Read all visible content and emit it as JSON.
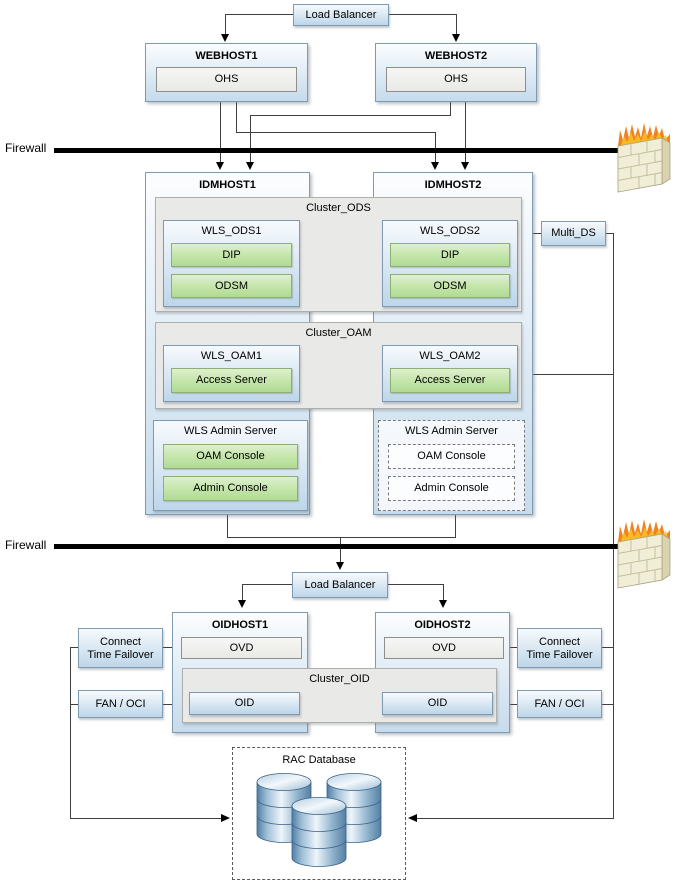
{
  "top_load_balancer": {
    "label": "Load Balancer"
  },
  "webhosts": {
    "host1": {
      "title": "WEBHOST1",
      "component": "OHS"
    },
    "host2": {
      "title": "WEBHOST2",
      "component": "OHS"
    }
  },
  "firewalls": {
    "upper_label": "Firewall",
    "lower_label": "Firewall"
  },
  "idm": {
    "host1": {
      "title": "IDMHOST1"
    },
    "host2": {
      "title": "IDMHOST2"
    },
    "cluster_ods": {
      "title": "Cluster_ODS",
      "server1": {
        "title": "WLS_ODS1",
        "items": [
          "DIP",
          "ODSM"
        ]
      },
      "server2": {
        "title": "WLS_ODS2",
        "items": [
          "DIP",
          "ODSM"
        ]
      }
    },
    "multi_ds": {
      "label": "Multi_DS"
    },
    "cluster_oam": {
      "title": "Cluster_OAM",
      "server1": {
        "title": "WLS_OAM1",
        "items": [
          "Access Server"
        ]
      },
      "server2": {
        "title": "WLS_OAM2",
        "items": [
          "Access Server"
        ]
      }
    },
    "admin1": {
      "title": "WLS Admin Server",
      "items": [
        "OAM Console",
        "Admin Console"
      ]
    },
    "admin2": {
      "title": "WLS Admin Server",
      "items": [
        "OAM Console",
        "Admin Console"
      ]
    }
  },
  "mid_load_balancer": {
    "label": "Load Balancer"
  },
  "oid": {
    "host1": {
      "title": "OIDHOST1",
      "component": "OVD"
    },
    "host2": {
      "title": "OIDHOST2",
      "component": "OVD"
    },
    "cluster_oid": {
      "title": "Cluster_OID",
      "items": [
        "OID",
        "OID"
      ]
    },
    "left": {
      "connect_line1": "Connect",
      "connect_line2": "Time Failover",
      "fan": "FAN / OCI"
    },
    "right": {
      "connect_line1": "Connect",
      "connect_line2": "Time Failover",
      "fan": "FAN / OCI"
    }
  },
  "database": {
    "title": "RAC Database"
  },
  "icons": {
    "firewall_upper": "firewall-icon",
    "firewall_lower": "firewall-icon",
    "rac_database": "database-cylinders-icon"
  },
  "colors": {
    "host_fill_top": "#fcfdfe",
    "host_fill_bottom": "#c6dbec",
    "box_border": "#7f9bb1",
    "green_fill": "#c3e5a9",
    "green_border": "#8dae74",
    "cluster_fill": "#e9e9e7",
    "component_fill": "#efefec",
    "connector_line": "#3f3f3f",
    "firewall_line": "#000000",
    "flame_orange": "#f08222",
    "flame_yellow": "#fbbf24",
    "brick_wall": "#f1eed8",
    "db_cylinder_dark": "#4f7ea6",
    "db_cylinder_light": "#eef5fa"
  }
}
